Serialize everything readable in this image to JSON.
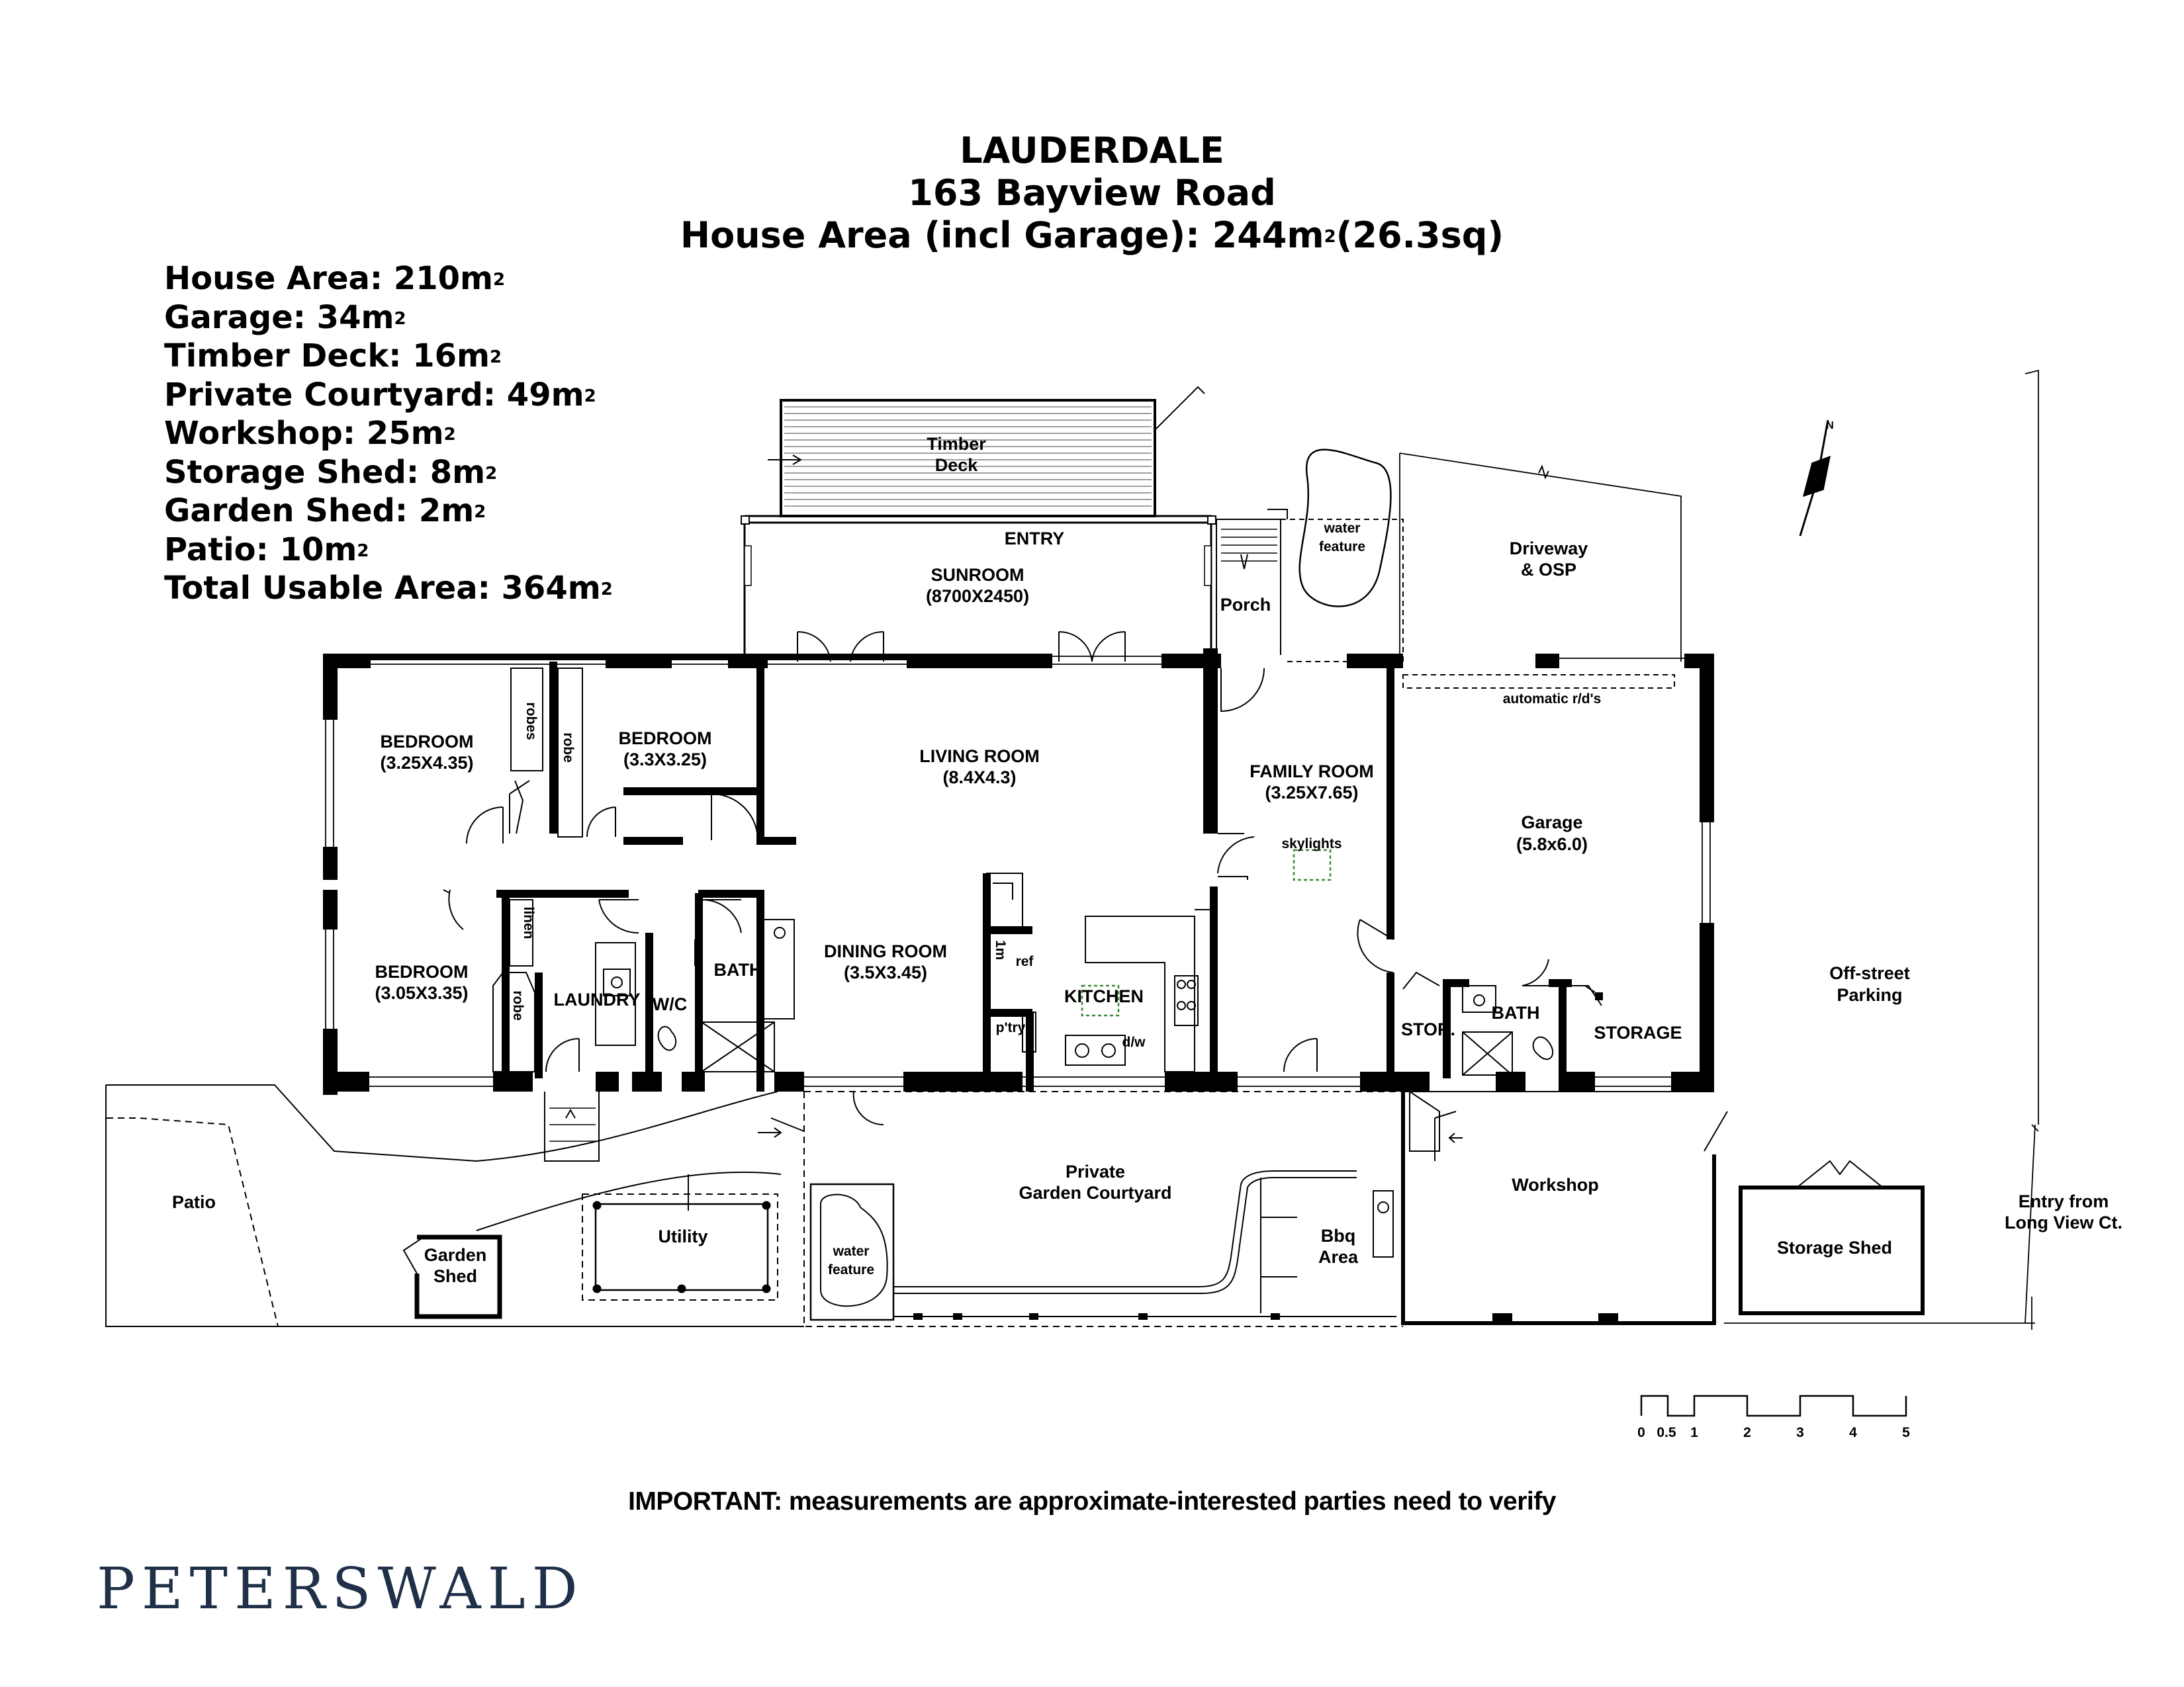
{
  "header": {
    "suburb": "LAUDERDALE",
    "address": "163 Bayview Road",
    "house_area_line": "House Area (incl Garage): 244m",
    "house_area_suffix": "(26.3sq)"
  },
  "areas": [
    {
      "label": "House Area: 210m"
    },
    {
      "label": "Garage: 34m"
    },
    {
      "label": "Timber Deck: 16m"
    },
    {
      "label": "Private Courtyard: 49m"
    },
    {
      "label": "Workshop: 25m"
    },
    {
      "label": "Storage Shed: 8m"
    },
    {
      "label": "Garden Shed: 2m"
    },
    {
      "label": "Patio: 10m"
    },
    {
      "label": "Total Usable Area: 364m"
    }
  ],
  "area_unit_superscript": "2",
  "rooms": {
    "timber_deck": [
      "Timber",
      "Deck"
    ],
    "entry": "ENTRY",
    "sunroom": [
      "SUNROOM",
      "(8700X2450)"
    ],
    "porch": "Porch",
    "water_feature_top": [
      "water",
      "feature"
    ],
    "driveway": [
      "Driveway",
      "& OSP"
    ],
    "automatic_doors": "automatic r/d's",
    "bedroom1": [
      "BEDROOM",
      "(3.25X4.35)"
    ],
    "robes": "robes",
    "robe_a": "robe",
    "bedroom2": [
      "BEDROOM",
      "(3.3X3.25)"
    ],
    "living": [
      "LIVING ROOM",
      "(8.4X4.3)"
    ],
    "family": [
      "FAMILY ROOM",
      "(3.25X7.65)"
    ],
    "skylights": "skylights",
    "garage": [
      "Garage",
      "(5.8x6.0)"
    ],
    "bedroom3": [
      "BEDROOM",
      "(3.05X3.35)"
    ],
    "linen": "linen",
    "robe_b": "robe",
    "laundry": "LAUNDRY",
    "wc": "W/C",
    "bath1": "BATH",
    "dining": [
      "DINING ROOM",
      "(3.5X3.45)"
    ],
    "one_m": "1m",
    "ref": "ref",
    "pantry": "p'try",
    "kitchen": "KITCHEN",
    "dw": "d/w",
    "stor": "STOR.",
    "bath2": "BATH",
    "storage": "STORAGE",
    "offstreet": [
      "Off-street",
      "Parking"
    ],
    "patio": "Patio",
    "garden_shed": [
      "Garden",
      "Shed"
    ],
    "utility": "Utility",
    "courtyard": [
      "Private",
      "Garden Courtyard"
    ],
    "water_feature_bottom": [
      "water",
      "feature"
    ],
    "bbq": [
      "Bbq",
      "Area"
    ],
    "workshop": "Workshop",
    "storage_shed": "Storage Shed",
    "entry_long_view": [
      "Entry from",
      "Long View Ct."
    ]
  },
  "scale_bar": {
    "ticks": [
      "0",
      "0.5",
      "1",
      "2",
      "3",
      "4",
      "5"
    ]
  },
  "compass": {
    "label": "N"
  },
  "disclaimer": "IMPORTANT: measurements are approximate-interested parties need to verify",
  "brand": "PETERSWALD",
  "colors": {
    "brand": "#1f3048",
    "wall": "#000000",
    "skylight": "#3a8a3a"
  }
}
